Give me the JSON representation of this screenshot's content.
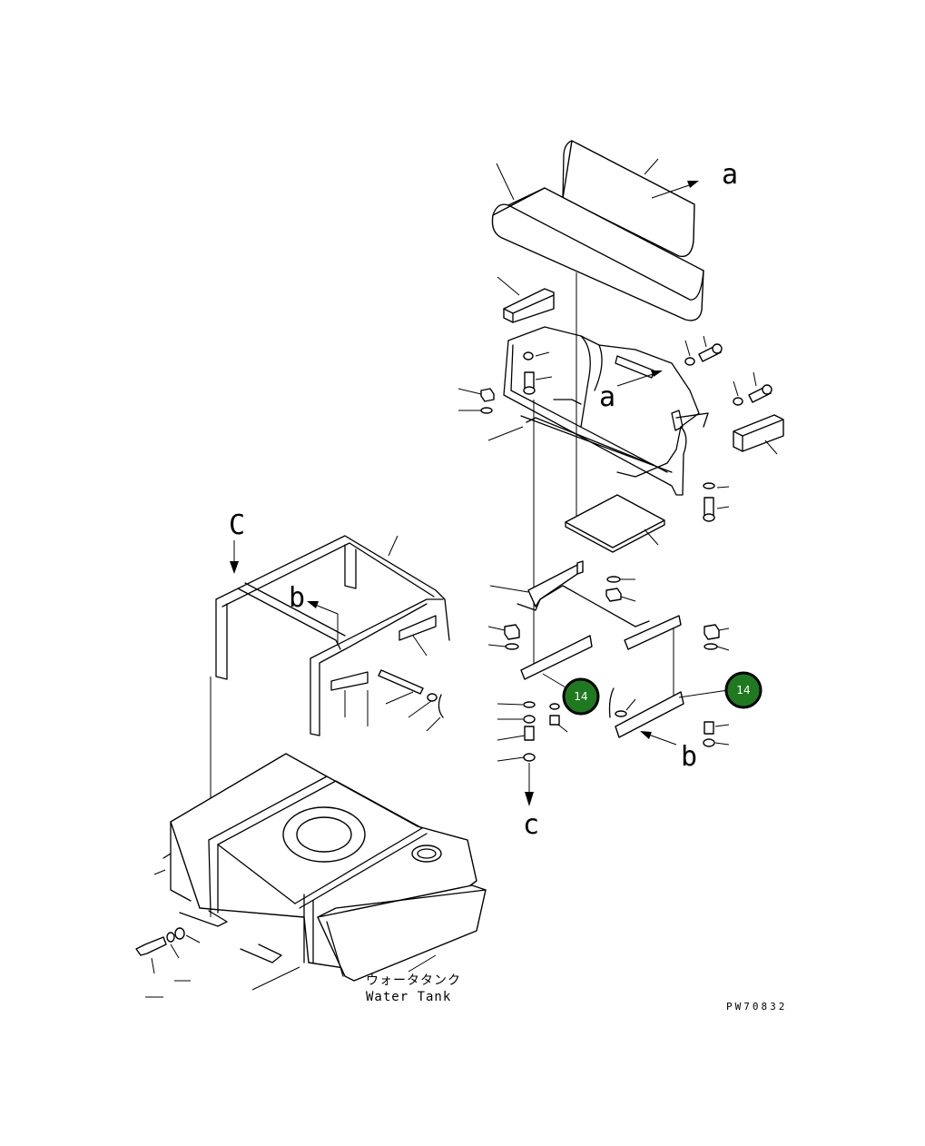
{
  "refs": {
    "view_a_top": "a",
    "view_a_frame": "a",
    "view_b_frame": "b",
    "view_b_bottom": "b",
    "view_c_left": "C",
    "view_c_bottom": "c"
  },
  "callouts": [
    {
      "id": "callout-14-left",
      "number": "14"
    },
    {
      "id": "callout-14-right",
      "number": "14"
    }
  ],
  "labels": {
    "water_tank_jp": "ウォータタンク",
    "water_tank_en": "Water Tank"
  },
  "drawing_code": "PW70832",
  "colors": {
    "line": "#000000",
    "background": "#ffffff",
    "callout_fill": "#1f7a1f",
    "callout_ring": "#000000"
  }
}
